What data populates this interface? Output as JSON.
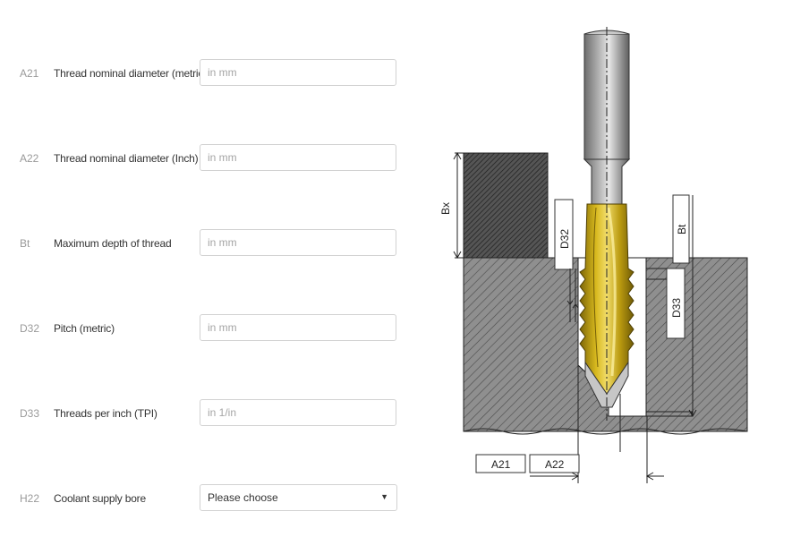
{
  "form": {
    "rows": [
      {
        "code": "A21",
        "label": "Thread nominal diameter (metric)",
        "placeholder": "in mm"
      },
      {
        "code": "A22",
        "label": "Thread nominal diameter (Inch)",
        "placeholder": "in mm"
      },
      {
        "code": "Bt",
        "label": "Maximum depth of thread",
        "placeholder": "in mm"
      },
      {
        "code": "D32",
        "label": "Pitch (metric)",
        "placeholder": "in mm"
      },
      {
        "code": "D33",
        "label": "Threads per inch (TPI)",
        "placeholder": "in 1/in"
      }
    ],
    "coolant": {
      "code": "H22",
      "label": "Coolant supply bore",
      "selected": "Please choose"
    }
  },
  "diagram": {
    "labels": {
      "bx": "Bx",
      "bt": "Bt",
      "d32": "D32",
      "d33": "D33",
      "a21": "A21",
      "a22": "A22"
    },
    "colors": {
      "tool_gold": "#c9a814",
      "shank_gray": "#8c8c8c",
      "workpiece": "#8a8a8a"
    }
  }
}
